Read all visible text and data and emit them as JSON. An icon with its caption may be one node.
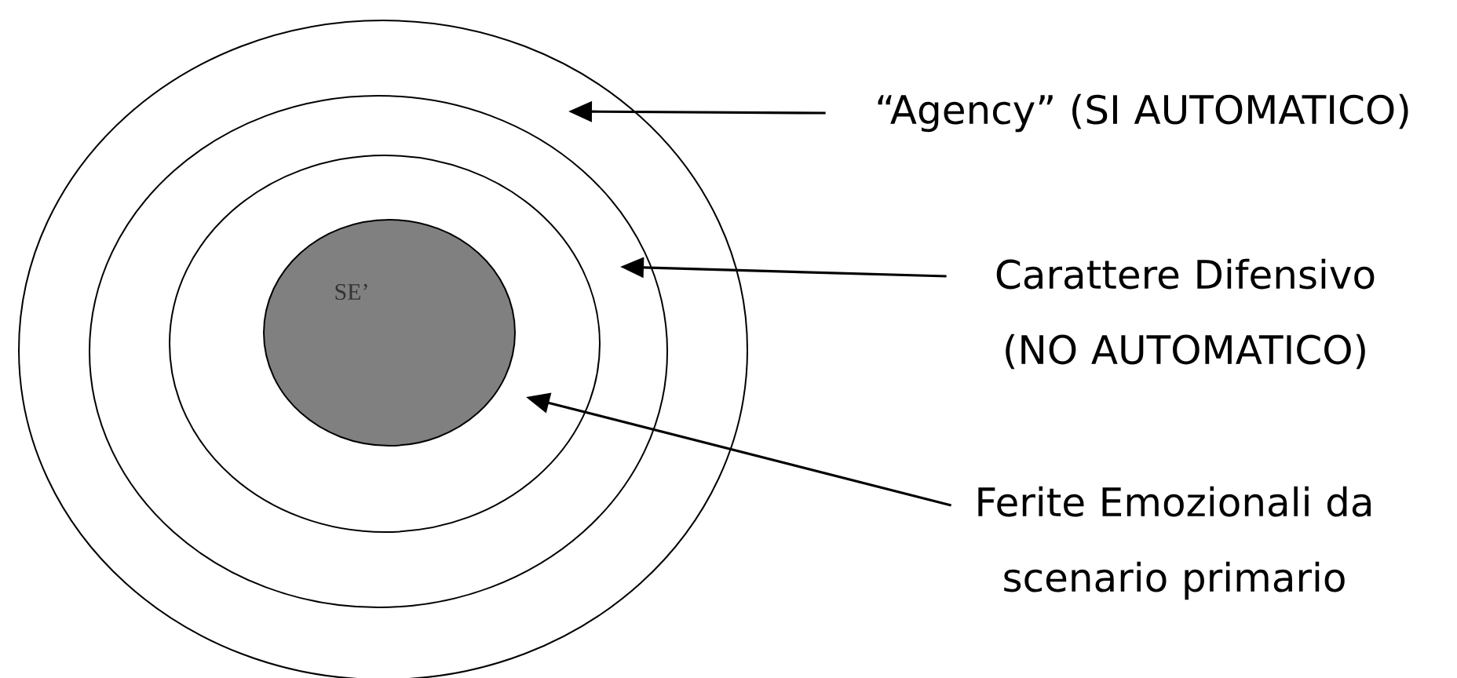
{
  "diagram": {
    "nodes": [
      {
        "text": [],
        "shape": "circle"
      },
      {
        "text": [],
        "shape": "circle",
        "in": 0
      },
      {
        "text": [],
        "shape": "circle",
        "in": 1
      },
      {
        "text": [
          "SE’"
        ],
        "in": 2
      },
      {
        "text": [
          "“Agency” (SI AUTOMATICO)"
        ]
      },
      {
        "text": [
          "Carattere Difensivo (NO AUTOMATICO)"
        ]
      },
      {
        "text": [
          "Ferite Emozionali da scenario primario"
        ]
      }
    ],
    "edges": [
      {
        "from": 4,
        "to": 0,
        "arrow": "to"
      },
      {
        "from": 5,
        "to": 1,
        "arrow": "to"
      },
      {
        "from": 6,
        "to": 2,
        "arrow": "to"
      }
    ]
  }
}
